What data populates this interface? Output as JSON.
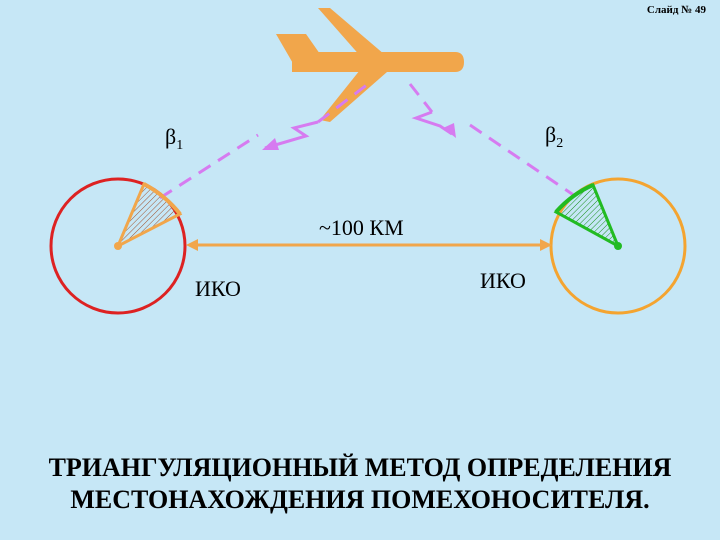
{
  "slide": {
    "number_label": "Слайд № 49",
    "background_color": "#c6e7f6"
  },
  "diagram": {
    "beta1_symbol": "β",
    "beta1_subscript": "1",
    "beta2_symbol": "β",
    "beta2_subscript": "2",
    "distance_label": "~100  КМ",
    "radar_left_label": "ИКО",
    "radar_right_label": "ИКО",
    "aircraft_color": "#f1a64b",
    "bearing_line_color": "#d67bf0",
    "left_radar_color": "#dd2222",
    "right_radar_color": "#f4a430",
    "left_sector_color": "#f1a64b",
    "right_sector_color": "#22bb22",
    "baseline_color": "#f1a64b"
  },
  "title": {
    "line1": "ТРИАНГУЛЯЦИОННЫЙ МЕТОД ОПРЕДЕЛЕНИЯ",
    "line2": "МЕСТОНАХОЖДЕНИЯ ПОМЕХОНОСИТЕЛЯ."
  }
}
